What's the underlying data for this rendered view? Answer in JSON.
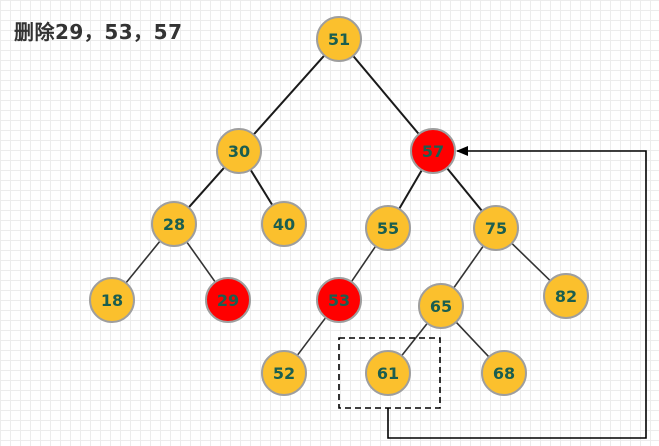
{
  "title": "删除29，53，57",
  "colors": {
    "normal_fill": "#fbc02d",
    "deleted_fill": "#ff0000",
    "node_stroke": "#9e9e9e",
    "label": "#1b5e4f",
    "edge": "#1a1a1a",
    "normal_edge": "#333333"
  },
  "nodes": [
    {
      "id": "51",
      "label": "51",
      "state": "normal"
    },
    {
      "id": "30",
      "label": "30",
      "state": "normal"
    },
    {
      "id": "57",
      "label": "57",
      "state": "deleted"
    },
    {
      "id": "28",
      "label": "28",
      "state": "normal"
    },
    {
      "id": "40",
      "label": "40",
      "state": "normal"
    },
    {
      "id": "55",
      "label": "55",
      "state": "normal"
    },
    {
      "id": "75",
      "label": "75",
      "state": "normal"
    },
    {
      "id": "18",
      "label": "18",
      "state": "normal"
    },
    {
      "id": "29",
      "label": "29",
      "state": "deleted"
    },
    {
      "id": "53",
      "label": "53",
      "state": "deleted"
    },
    {
      "id": "65",
      "label": "65",
      "state": "normal"
    },
    {
      "id": "82",
      "label": "82",
      "state": "normal"
    },
    {
      "id": "52",
      "label": "52",
      "state": "normal"
    },
    {
      "id": "61",
      "label": "61",
      "state": "normal"
    },
    {
      "id": "68",
      "label": "68",
      "state": "normal"
    }
  ],
  "edges": [
    [
      "51",
      "30"
    ],
    [
      "51",
      "57"
    ],
    [
      "30",
      "28"
    ],
    [
      "30",
      "40"
    ],
    [
      "57",
      "55"
    ],
    [
      "57",
      "75"
    ],
    [
      "28",
      "18"
    ],
    [
      "28",
      "29"
    ],
    [
      "55",
      "53"
    ],
    [
      "75",
      "65"
    ],
    [
      "75",
      "82"
    ],
    [
      "53",
      "52"
    ],
    [
      "65",
      "61"
    ],
    [
      "65",
      "68"
    ]
  ],
  "highlight_box": "61",
  "replacement_arrow": {
    "from": "61",
    "to": "57"
  }
}
